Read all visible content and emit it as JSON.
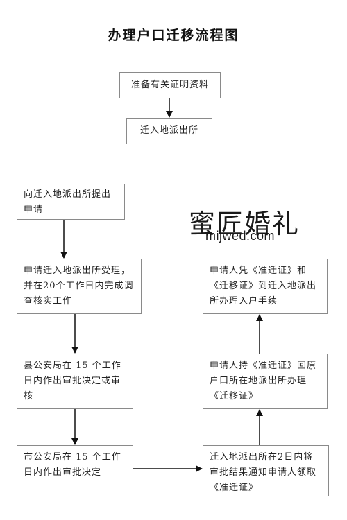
{
  "title": "办理户口迁移流程图",
  "top_flow": {
    "step1": "准备有关证明资料",
    "step2": "迁入地派出所"
  },
  "left_flow": {
    "step1": "向迁入地派出所提出申请",
    "step2": "申请迁入地派出所受理，并在20个工作日内完成调查核实工作",
    "step3": "县公安局在 15 个工作日内作出审批决定或审核",
    "step4": "市公安局在 15 个工作日内作出审批决定"
  },
  "right_flow": {
    "step1": "迁入地派出所在2日内将审批结果通知申请人领取《准迁证》",
    "step2": "申请人持《准迁证》回原户口所在地派出所办理《迁移证》",
    "step3": "申请人凭《准迁证》和《迁移证》到迁入地派出所办理入户手续"
  },
  "watermark": {
    "logo": "蜜匠婚礼",
    "url": "mijwed.com"
  }
}
